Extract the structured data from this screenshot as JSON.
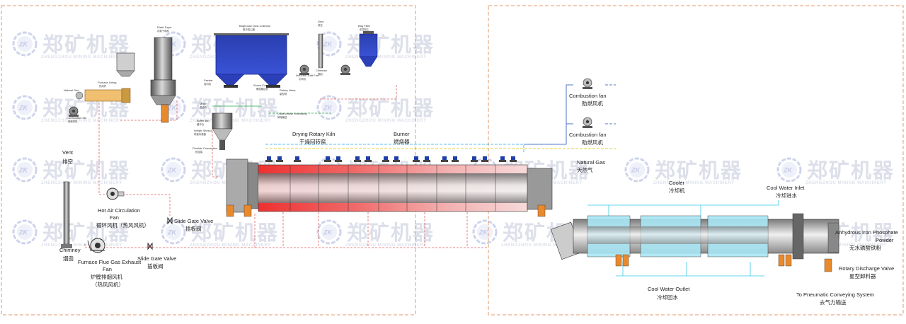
{
  "watermark": {
    "logo": "ZK",
    "brand_cn": "郑矿机器",
    "brand_en": "ZHENGZHOU MINING MACHINERY"
  },
  "left_section": {
    "vent": {
      "en": "Vent",
      "cn": "排空"
    },
    "hot_air_circulation_fan": {
      "en": "Hot Air Circulation",
      "en2": "Fan",
      "cn": "循环风机（热风风机）"
    },
    "slide_gate_valve_1": {
      "en": "Slide Gate Valve",
      "cn": "插板阀"
    },
    "slide_gate_valve_2": {
      "en": "Slide Gate Valve",
      "cn": "插板阀"
    },
    "chimney": {
      "en": "Chimney",
      "cn": "烟囱"
    },
    "furnace_flue_gas_exhaust_fan": {
      "en": "Furnace Flue Gas Exhaust",
      "en2": "Fan",
      "cn": "炉膛排烟风机",
      "cn2": "（热风风机）"
    },
    "drying_rotary_kiln": {
      "en": "Drying Rotary Kiln",
      "cn": "干燥回转窑"
    },
    "burner": {
      "en": "Burner",
      "cn": "燃烧器"
    },
    "natural_gas": {
      "en": "Natural Gas",
      "cn": "天然气"
    }
  },
  "right_section": {
    "combustion_fan_1": {
      "en": "Combustion fan",
      "cn": "助燃风机"
    },
    "combustion_fan_2": {
      "en": "Combustion fan",
      "cn": "助燃风机"
    },
    "cooler": {
      "en": "Cooler",
      "cn": "冷却机"
    },
    "cool_water_inlet": {
      "en": "Cool Water Inlet",
      "cn": "冷却进水"
    },
    "cool_water_outlet": {
      "en": "Cool Water Outlet",
      "cn": "冷却回水"
    },
    "anhydrous_iron_phosphate": {
      "en": "Anhydrous Iron Phosphate",
      "en2": "Powder",
      "cn": "无水磷酸铁粉"
    },
    "rotary_discharge_valve": {
      "en": "Rotary Discharge Valve",
      "cn": "星型卸料器"
    },
    "pneumatic_conveying": {
      "en": "To Pneumatic Conveying System",
      "cn": "去气力输送"
    }
  },
  "small_labels": {
    "flash_dryer": "Flash Dryer",
    "flash_dryer_cn": "闪蒸干燥机",
    "baghouse": "Baghouse Dust Collector",
    "baghouse_cn": "脉冲除尘器",
    "bag_filter": "Bag Filter",
    "bag_filter_cn": "布袋除尘",
    "vent_small": "Vent",
    "vent_small_cn": "排空",
    "chimney_small": "Chimney",
    "chimney_small_cn": "烟囱",
    "induced_fan": "Induced Draft Fan",
    "induced_fan_cn": "引风机",
    "rotary_valve": "Rotary Valve",
    "rotary_valve_cn": "星型阀",
    "screw_conveyor": "Screw Conveyor",
    "screw_conveyor_cn": "螺旋输送机",
    "feeder": "Feeder",
    "feeder_cn": "给料机",
    "natural_gas_small": "Natural Gas",
    "combustion_fan_small": "Combustion fan",
    "combustion_fan_small_cn": "助燃风机",
    "mixer": "Mixer",
    "mixer_cn": "混合机",
    "weigh_sensor": "Weigh Sensor",
    "weigh_sensor_cn": "称重传感器",
    "flexible_conn": "Flexible Connection",
    "flexible_conn_cn": "软连接",
    "buffer_bin": "Buffer Bin",
    "buffer_bin_cn": "缓冲仓",
    "furnace": "Furnace Lining",
    "furnace_cn": "热风炉",
    "dilute_phase": "Dilute-phase conveying",
    "dilute_phase_cn": "稀相输送"
  }
}
